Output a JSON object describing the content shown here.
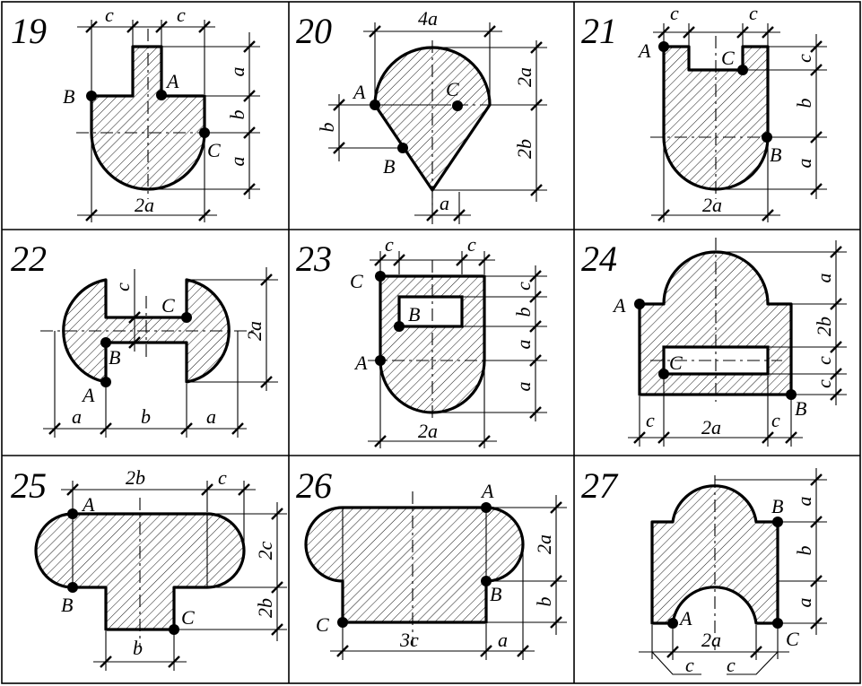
{
  "cells": [
    {
      "number": "19",
      "points": [
        "A",
        "B",
        "C"
      ],
      "dims": [
        "c",
        "c",
        "a",
        "b",
        "a",
        "2a"
      ]
    },
    {
      "number": "20",
      "points": [
        "A",
        "B",
        "C"
      ],
      "dims": [
        "4a",
        "2a",
        "2b",
        "b",
        "a"
      ]
    },
    {
      "number": "21",
      "points": [
        "A",
        "B",
        "C"
      ],
      "dims": [
        "c",
        "c",
        "c",
        "b",
        "a",
        "2a"
      ]
    },
    {
      "number": "22",
      "points": [
        "A",
        "B",
        "C"
      ],
      "dims": [
        "c",
        "2a",
        "a",
        "b",
        "a"
      ]
    },
    {
      "number": "23",
      "points": [
        "A",
        "B",
        "C"
      ],
      "dims": [
        "c",
        "c",
        "c",
        "b",
        "a",
        "a",
        "2a"
      ]
    },
    {
      "number": "24",
      "points": [
        "A",
        "B",
        "C"
      ],
      "dims": [
        "a",
        "2b",
        "c",
        "c",
        "c",
        "2a",
        "c"
      ]
    },
    {
      "number": "25",
      "points": [
        "A",
        "B",
        "C"
      ],
      "dims": [
        "2b",
        "c",
        "2c",
        "2b",
        "b"
      ]
    },
    {
      "number": "26",
      "points": [
        "A",
        "B",
        "C"
      ],
      "dims": [
        "2a",
        "b",
        "3c",
        "a"
      ]
    },
    {
      "number": "27",
      "points": [
        "A",
        "B",
        "C"
      ],
      "dims": [
        "a",
        "b",
        "a",
        "2a",
        "c",
        "c"
      ]
    }
  ]
}
